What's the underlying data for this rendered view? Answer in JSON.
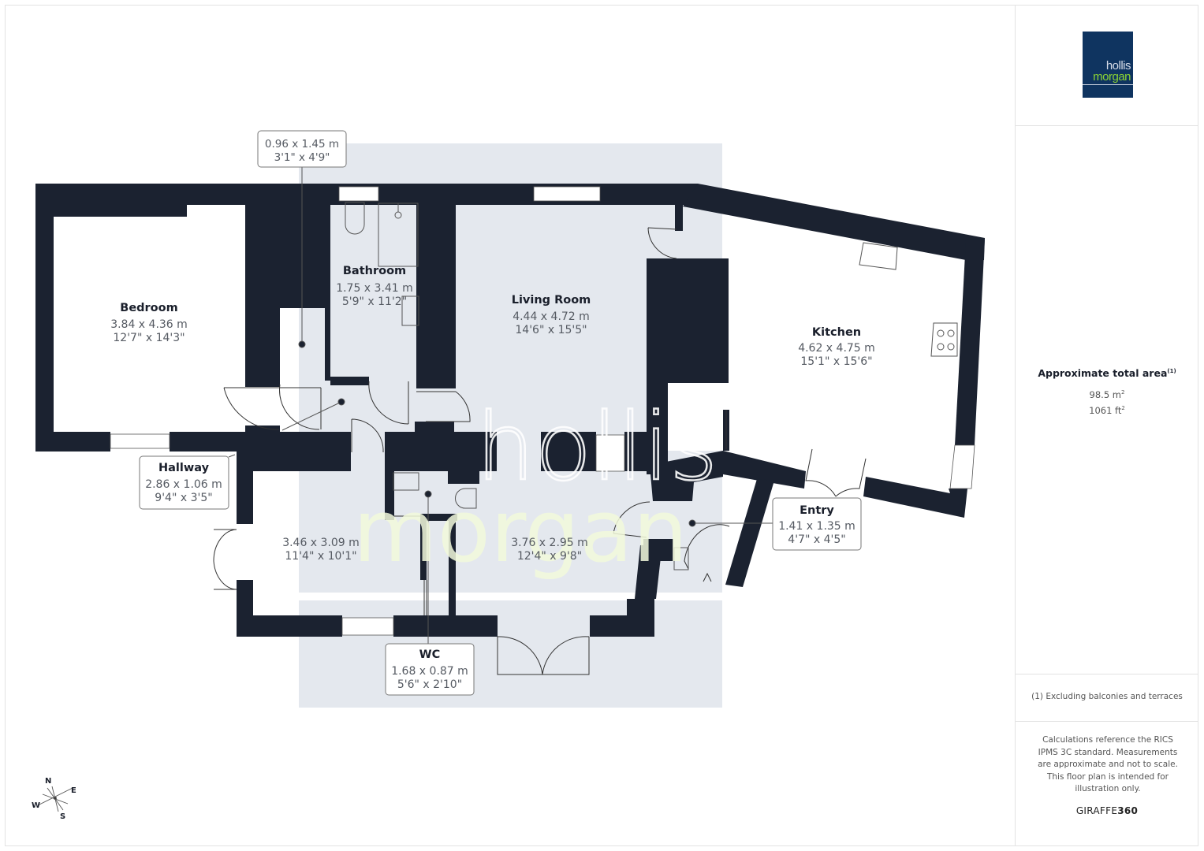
{
  "brand": {
    "logo_line1": "hollis",
    "logo_line2": "morgan",
    "logo_bg": "#0f3460",
    "logo_accent": "#8bd334",
    "watermark_line1": "hollis",
    "watermark_line2": "morgan",
    "footer_prefix": "GIRAFFE",
    "footer_suffix": "360"
  },
  "summary": {
    "title": "Approximate total area",
    "title_note": "(1)",
    "area_m2_value": "98.5 m",
    "area_m2_unit_sup": "2",
    "area_ft2_value": "1061 ft",
    "area_ft2_unit_sup": "2",
    "footnote": "(1) Excluding balconies and terraces",
    "disclaimer": "Calculations reference the RICS IPMS 3C standard. Measurements are approximate and not to scale. This floor plan is intended for illustration only."
  },
  "colors": {
    "wall": "#1b2230",
    "shaded_area": "#e4e8ee",
    "label_text": "#1a1f2b",
    "dim_text": "#555a62"
  },
  "rooms": [
    {
      "id": "bedroom",
      "name": "Bedroom",
      "metric": "3.84 x 4.36 m",
      "imperial": "12'7\" x 14'3\""
    },
    {
      "id": "bathroom",
      "name": "Bathroom",
      "metric": "1.75 x 3.41 m",
      "imperial": "5'9\" x 11'2\""
    },
    {
      "id": "living-room",
      "name": "Living Room",
      "metric": "4.44 x 4.72 m",
      "imperial": "14'6\" x 15'5\""
    },
    {
      "id": "kitchen",
      "name": "Kitchen",
      "metric": "4.62 x 4.75 m",
      "imperial": "15'1\" x 15'6\""
    },
    {
      "id": "hallway",
      "name": "Hallway",
      "metric": "2.86 x 1.06 m",
      "imperial": "9'4\" x 3'5\""
    },
    {
      "id": "room-sw",
      "name": "",
      "metric": "3.46 x 3.09 m",
      "imperial": "11'4\" x 10'1\""
    },
    {
      "id": "room-s",
      "name": "",
      "metric": "3.76 x 2.95 m",
      "imperial": "12'4\" x 9'8\""
    },
    {
      "id": "entry",
      "name": "Entry",
      "metric": "1.41 x 1.35 m",
      "imperial": "4'7\" x 4'5\""
    },
    {
      "id": "wc",
      "name": "WC",
      "metric": "1.68 x 0.87 m",
      "imperial": "5'6\" x 2'10\""
    },
    {
      "id": "closet",
      "name": "",
      "metric": "0.96 x 1.45 m",
      "imperial": "3'1\" x 4'9\""
    }
  ],
  "compass": {
    "n": "N",
    "e": "E",
    "s": "S",
    "w": "W"
  }
}
